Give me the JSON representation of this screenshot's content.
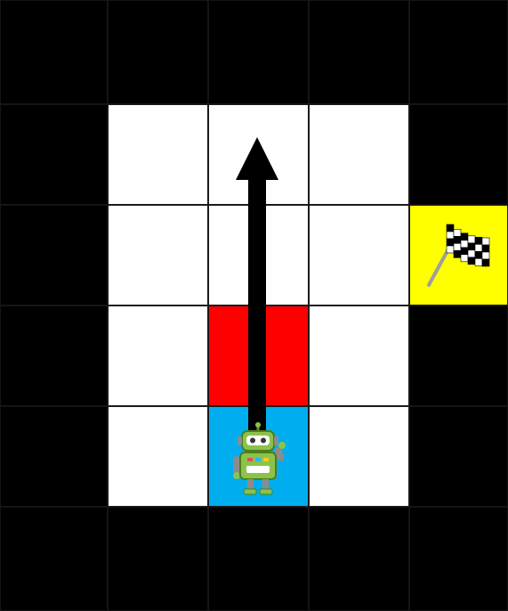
{
  "grid": {
    "rows": 6,
    "cols": 5,
    "cells": [
      [
        "wall",
        "wall",
        "wall",
        "wall",
        "wall"
      ],
      [
        "wall",
        "floor",
        "floor",
        "floor",
        "wall"
      ],
      [
        "wall",
        "floor",
        "floor",
        "floor",
        "goal"
      ],
      [
        "wall",
        "floor",
        "hazard",
        "floor",
        "wall"
      ],
      [
        "wall",
        "floor",
        "start",
        "floor",
        "wall"
      ],
      [
        "wall",
        "wall",
        "wall",
        "wall",
        "wall"
      ]
    ]
  },
  "colors": {
    "wall": "#000000",
    "floor": "#ffffff",
    "hazard": "#ff0000",
    "start": "#00aeef",
    "goal": "#ffff00",
    "arrow": "#000000"
  },
  "robot": {
    "row": 4,
    "col": 2,
    "icon": "robot-icon"
  },
  "flag": {
    "row": 2,
    "col": 4,
    "icon": "checkered-flag-icon"
  },
  "move": {
    "from": {
      "row": 4,
      "col": 2
    },
    "to": {
      "row": 1,
      "col": 2
    },
    "direction": "up",
    "icon": "up-arrow-icon"
  }
}
